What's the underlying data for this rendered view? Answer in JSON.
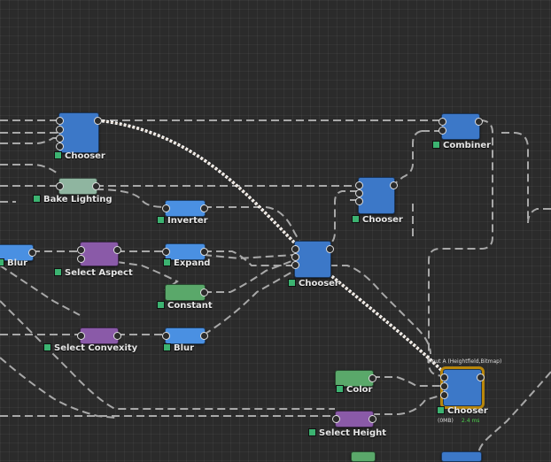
{
  "nodes": {
    "chooser_top": {
      "label": "Chooser",
      "color": "#3c78c8"
    },
    "bake_lighting": {
      "label": "Bake Lighting",
      "color": "#8fb5a0"
    },
    "inverter": {
      "label": "Inverter",
      "color": "#4a90e2"
    },
    "blur_left": {
      "label": "Blur",
      "color": "#4a90e2"
    },
    "select_aspect": {
      "label": "Select Aspect",
      "color": "#8a5aa8"
    },
    "expand": {
      "label": "Expand",
      "color": "#4a90e2"
    },
    "constant": {
      "label": "Constant",
      "color": "#5aa86a"
    },
    "chooser_mid": {
      "label": "Chooser",
      "color": "#3c78c8"
    },
    "chooser_right": {
      "label": "Chooser",
      "color": "#3c78c8"
    },
    "combiner": {
      "label": "Combiner",
      "color": "#3c78c8"
    },
    "select_convexity": {
      "label": "Select Convexity",
      "color": "#8a5aa8"
    },
    "blur_bottom": {
      "label": "Blur",
      "color": "#4a90e2"
    },
    "color": {
      "label": "Color",
      "color": "#5aa86a"
    },
    "select_height": {
      "label": "Select Height",
      "color": "#8a5aa8"
    },
    "chooser_selected": {
      "label": "Chooser",
      "color": "#3c78c8",
      "caption": "Input A (Heightfield,Bitmap)",
      "stat_left": "(0MB)",
      "stat_right": "2.4 ms"
    }
  },
  "colors": {
    "wire": "#aaaaaa",
    "drag_wire": "#ffffff",
    "selection": "#b8860b",
    "grid_bg": "#2b2b2b"
  }
}
